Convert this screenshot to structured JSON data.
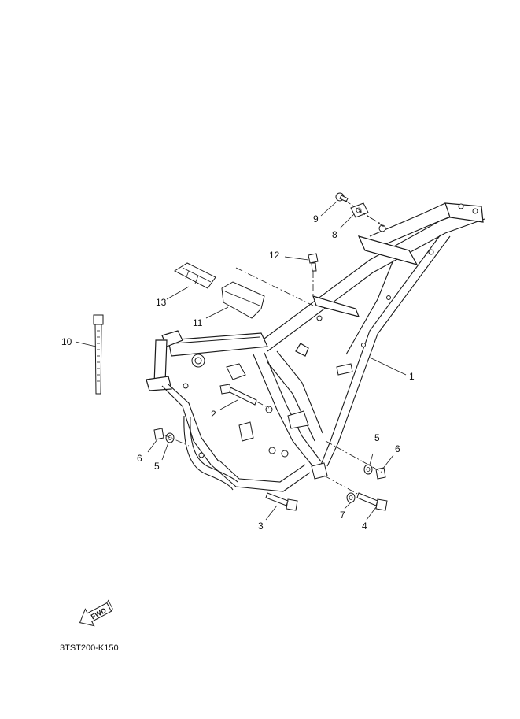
{
  "diagram": {
    "drawing_code": "3TST200-K150",
    "direction_label": "FWD",
    "callouts": [
      {
        "id": "1",
        "text": "1"
      },
      {
        "id": "2",
        "text": "2"
      },
      {
        "id": "3",
        "text": "3"
      },
      {
        "id": "4",
        "text": "4"
      },
      {
        "id": "5a",
        "text": "5"
      },
      {
        "id": "5b",
        "text": "5"
      },
      {
        "id": "6a",
        "text": "6"
      },
      {
        "id": "6b",
        "text": "6"
      },
      {
        "id": "7",
        "text": "7"
      },
      {
        "id": "8",
        "text": "8"
      },
      {
        "id": "9",
        "text": "9"
      },
      {
        "id": "10",
        "text": "10"
      },
      {
        "id": "11",
        "text": "11"
      },
      {
        "id": "12",
        "text": "12"
      },
      {
        "id": "13",
        "text": "13"
      }
    ]
  }
}
